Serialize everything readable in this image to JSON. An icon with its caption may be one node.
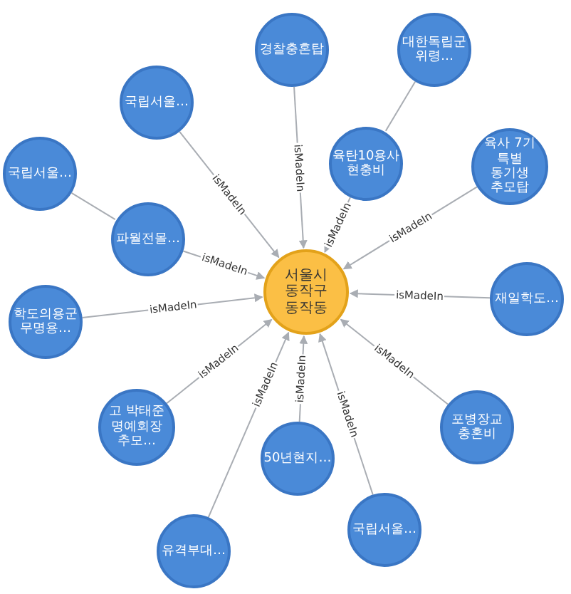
{
  "diagram": {
    "nodes": [
      {
        "text": [
          "서울시 동작구 동작동"
        ]
      },
      {
        "text": [
          "경찰충혼탑"
        ]
      },
      {
        "text": [
          "대한독립군 위령…"
        ]
      },
      {
        "text": [
          "국립서울…"
        ]
      },
      {
        "text": [
          "육탄10용사 현충비"
        ]
      },
      {
        "text": [
          "육사 7기 특별 동기생 추모탑"
        ]
      },
      {
        "text": [
          "국립서울…"
        ]
      },
      {
        "text": [
          "파월전몰…"
        ]
      },
      {
        "text": [
          "재일학도…"
        ]
      },
      {
        "text": [
          "학도의용군 무명용…"
        ]
      },
      {
        "text": [
          "고 박태준 명예회장 추모…"
        ]
      },
      {
        "text": [
          "50년현지…"
        ]
      },
      {
        "text": [
          "포병장교 충혼비"
        ]
      },
      {
        "text": [
          "유격부대…"
        ]
      },
      {
        "text": [
          "국립서울…"
        ]
      }
    ],
    "edges": [
      {
        "from": 1,
        "to": 0,
        "arrow": "to",
        "label": "isMadeIn"
      },
      {
        "from": 2,
        "to": 4,
        "arrow": "none"
      },
      {
        "from": 3,
        "to": 0,
        "arrow": "to",
        "label": "isMadeIn"
      },
      {
        "from": 4,
        "to": 0,
        "arrow": "to",
        "label": "isMadeIn"
      },
      {
        "from": 5,
        "to": 0,
        "arrow": "to",
        "label": "isMadeIn"
      },
      {
        "from": 6,
        "to": 7,
        "arrow": "none"
      },
      {
        "from": 7,
        "to": 0,
        "arrow": "to",
        "label": "isMadeIn"
      },
      {
        "from": 8,
        "to": 0,
        "arrow": "to",
        "label": "isMadeIn"
      },
      {
        "from": 9,
        "to": 0,
        "arrow": "to",
        "label": "isMadeIn"
      },
      {
        "from": 10,
        "to": 0,
        "arrow": "to",
        "label": "isMadeIn"
      },
      {
        "from": 11,
        "to": 0,
        "arrow": "to",
        "label": "isMadeIn"
      },
      {
        "from": 12,
        "to": 0,
        "arrow": "to",
        "label": "isMadeIn"
      },
      {
        "from": 13,
        "to": 0,
        "arrow": "to",
        "label": "isMadeIn"
      },
      {
        "from": 14,
        "to": 0,
        "arrow": "to",
        "label": "isMadeIn"
      }
    ]
  }
}
